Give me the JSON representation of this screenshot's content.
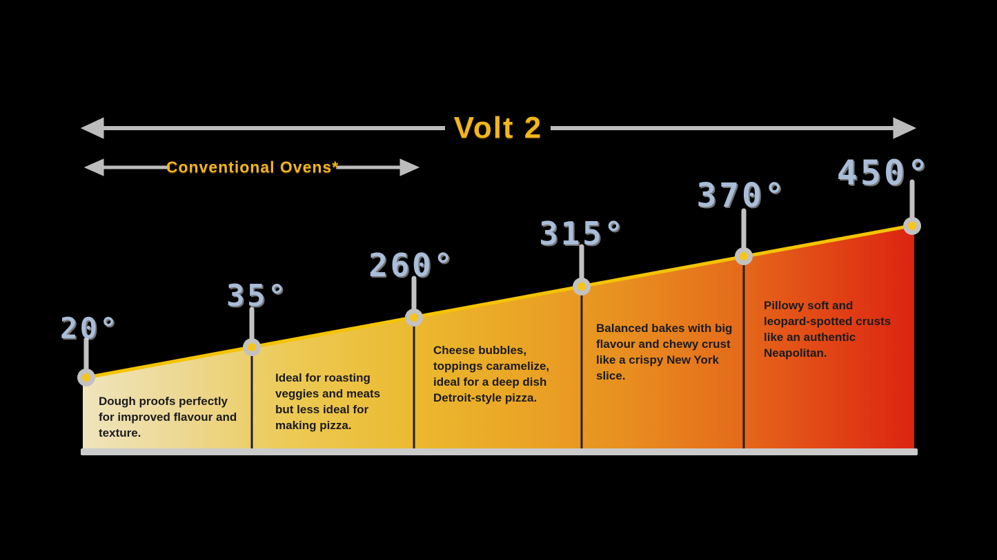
{
  "title": "Volt 2 oven temperature range infographic",
  "header": {
    "volt_arrow_label": "Volt 2",
    "conventional_arrow_label": "Conventional Ovens*"
  },
  "colors": {
    "background": "#000000",
    "accent_gold": "#f2b61c",
    "temperature_label_blue": "#a9bdd8",
    "arrow_gray": "#bcbcbc",
    "pin_ring_gray": "#c2c2c2",
    "pin_center_yellow": "#f6c51b",
    "wedge_top_edge_gold": "#f4c304",
    "divider_dark": "#1f1f1f",
    "description_text": "#1b1b1d",
    "baseline_gray": "#cbcbcb",
    "wedge_gradient": [
      "#efe4bc",
      "#ecca55",
      "#eaa626",
      "#e88f20",
      "#e56d1b",
      "#dc2411"
    ]
  },
  "chart_data": {
    "type": "area",
    "title": "Volt 2",
    "subtitle": "Conventional Ovens*",
    "unit": "degrees",
    "axis_range": [
      "20°",
      "450°"
    ],
    "volt2_range": [
      "20°",
      "450°"
    ],
    "conventional_oven_range": [
      "20°",
      "260°"
    ],
    "legend_position": "none",
    "markers": [
      "20°",
      "35°",
      "260°",
      "315°",
      "370°",
      "450°"
    ],
    "segments": [
      {
        "from": "20°",
        "to": "35°",
        "description": "Dough proofs perfectly for improved flavour and texture."
      },
      {
        "from": "35°",
        "to": "260°",
        "description": "Ideal for roasting veggies and meats but less ideal for making pizza."
      },
      {
        "from": "260°",
        "to": "315°",
        "description": "Cheese bubbles, toppings caramelize, ideal for a deep dish Detroit-style pizza."
      },
      {
        "from": "315°",
        "to": "370°",
        "description": "Balanced bakes with big flavour and chewy crust like a crispy New York slice."
      },
      {
        "from": "370°",
        "to": "450°",
        "description": "Pillowy soft and leopard-spotted crusts like an authentic Neapolitan."
      }
    ]
  }
}
